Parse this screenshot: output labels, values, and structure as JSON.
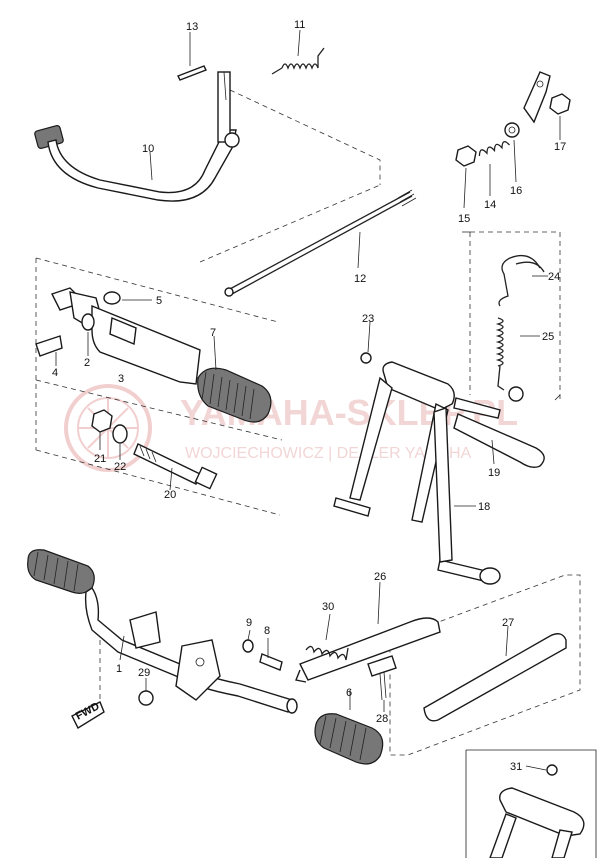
{
  "watermark": {
    "brand": "YAMAHA-SKLEP.PL",
    "dealer": "WOJCIECHOWICZ | DEALER YAMAHA",
    "color": "#e8a8a8"
  },
  "callouts": {
    "c1": "1",
    "c2": "2",
    "c3": "3",
    "c4": "4",
    "c5": "5",
    "c6": "6",
    "c7": "7",
    "c8": "8",
    "c9": "9",
    "c10": "10",
    "c11": "11",
    "c12": "12",
    "c13": "13",
    "c14": "14",
    "c15": "15",
    "c16": "16",
    "c17": "17",
    "c18": "18",
    "c19": "19",
    "c20": "20",
    "c21": "21",
    "c22": "22",
    "c23": "23",
    "c24": "24",
    "c25": "25",
    "c26": "26",
    "c27": "27",
    "c28": "28",
    "c29": "29",
    "c30": "30",
    "c31": "31",
    "fwd": "FWD"
  },
  "colors": {
    "ink": "#1a1a1a",
    "background": "#ffffff"
  }
}
